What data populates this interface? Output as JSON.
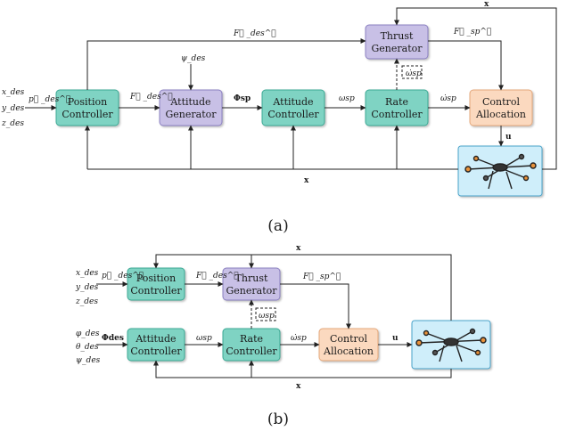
{
  "colors": {
    "teal": "#7fd3c3",
    "teal_stroke": "#3aa893",
    "purple": "#c8c0e6",
    "purple_stroke": "#8a7fc0",
    "orange": "#fbd9bf",
    "orange_stroke": "#e4a77a",
    "sky": "#cfeefa",
    "sky_stroke": "#4aa3c9"
  },
  "diagram_a": {
    "caption": "(a)",
    "blocks": {
      "position_controller": [
        "Position",
        "Controller"
      ],
      "attitude_generator": [
        "Attitude",
        "Generator"
      ],
      "attitude_controller": [
        "Attitude",
        "Controller"
      ],
      "rate_controller": [
        "Rate",
        "Controller"
      ],
      "thrust_generator": [
        "Thrust",
        "Generator"
      ],
      "control_allocation": [
        "Control",
        "Allocation"
      ]
    },
    "labels": {
      "x_des": "x_des",
      "y_des": "y_des",
      "z_des": "z_des",
      "p_des": "p⃗ _des^𝓘",
      "f_des_top": "F⃗ _des^𝓘",
      "f_des_mid": "F⃗ _des^𝓘",
      "psi_des": "ψ_des",
      "phi_sp": "Φsp",
      "omega_sp": "ωsp",
      "omega_dot_sp": "ω̇sp",
      "omega_sp_box": "ω̇sp",
      "f_sp_b": "F⃗ _sp^𝓑",
      "u": "u",
      "x_top": "x",
      "x_bottom": "x"
    }
  },
  "diagram_b": {
    "caption": "(b)",
    "blocks": {
      "position_controller": [
        "Position",
        "Controller"
      ],
      "thrust_generator": [
        "Thrust",
        "Generator"
      ],
      "attitude_controller": [
        "Attitude",
        "Controller"
      ],
      "rate_controller": [
        "Rate",
        "Controller"
      ],
      "control_allocation": [
        "Control",
        "Allocation"
      ]
    },
    "labels": {
      "x_des": "x_des",
      "y_des": "y_des",
      "z_des": "z_des",
      "p_des": "p⃗ _des^𝓘",
      "f_des": "F⃗ _des^𝓘",
      "f_sp_b": "F⃗ _sp^𝓑",
      "phi_des": "φ_des",
      "theta_des": "θ_des",
      "psi_des": "ψ_des",
      "phi_des_vec": "Φdes",
      "omega_sp": "ωsp",
      "omega_dot_sp": "ω̇sp",
      "omega_sp_box": "ωsp",
      "u": "u",
      "x_top": "x",
      "x_bottom": "x"
    }
  }
}
